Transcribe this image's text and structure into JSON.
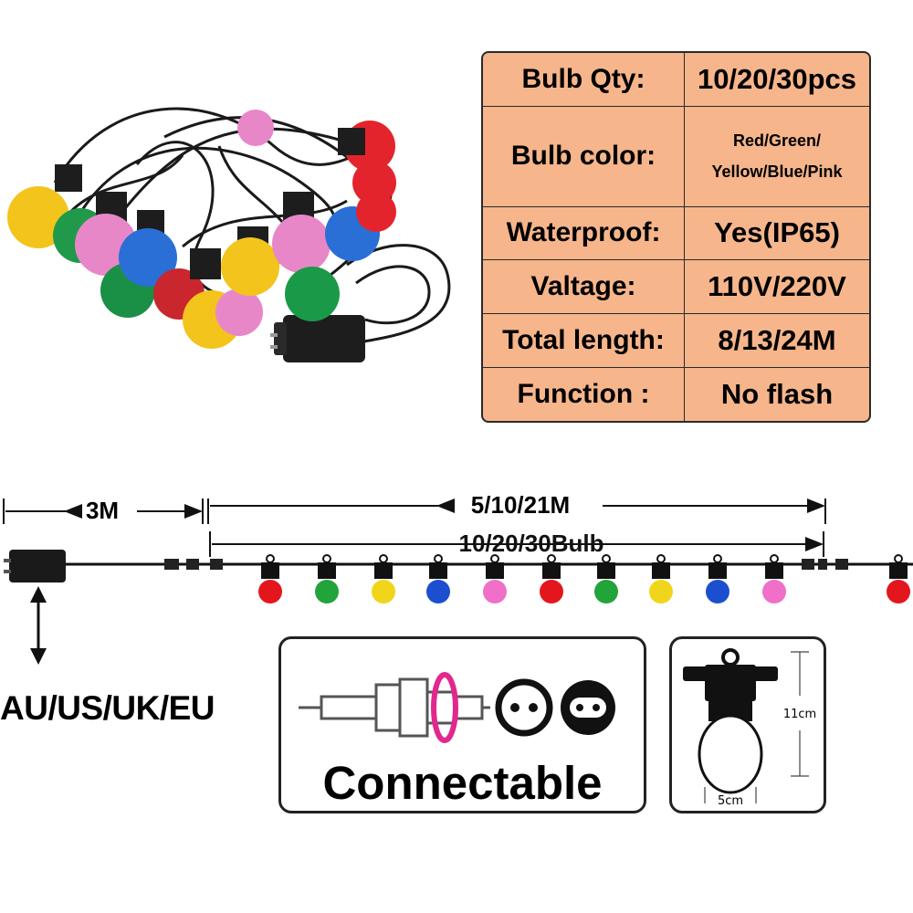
{
  "spec_table": {
    "rows": [
      {
        "label": "Bulb Qty:",
        "value": "10/20/30pcs"
      },
      {
        "label": "Bulb color:",
        "value_line1": "Red/Green/",
        "value_line2": "Yellow/Blue/Pink"
      },
      {
        "label": "Waterproof:",
        "value": "Yes(IP65)"
      },
      {
        "label": "Valtage:",
        "value": "110V/220V"
      },
      {
        "label": "Total length:",
        "value": "8/13/24M"
      },
      {
        "label": "Function :",
        "value": "No flash"
      }
    ],
    "background_color": "#f6b58b"
  },
  "diagram": {
    "lead_length": "3M",
    "string_length": "5/10/21M",
    "bulb_count": "10/20/30Bulb",
    "bulb_colors": [
      "#e4161d",
      "#21a43a",
      "#f1d51a",
      "#1b4fcf",
      "#f06fc9",
      "#e4161d",
      "#21a43a",
      "#f1d51a",
      "#1b4fcf",
      "#f06fc9",
      "#e4161d"
    ]
  },
  "plug_types": "AU/US/UK/EU",
  "connectable": {
    "label": "Connectable",
    "accent_color": "#e0288f"
  },
  "bulb_size": {
    "height": "11cm",
    "width": "5cm"
  }
}
